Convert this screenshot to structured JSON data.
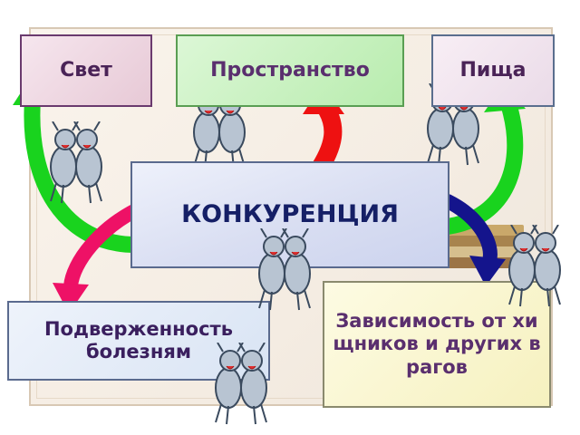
{
  "diagram": {
    "center_label": "КОНКУРЕНЦИЯ",
    "nodes": {
      "light": "Свет",
      "space": "Пространство",
      "food": "Пища",
      "disease": "Подверженность болезням",
      "predators": "Зависимость от хищников и других врагов"
    },
    "arrow_colors": {
      "light": "#19d31e",
      "space": "#ee1111",
      "food": "#19d31e",
      "disease": "#ee1166",
      "predators": "#14148c"
    },
    "illustration": "goat-pair-icon"
  }
}
